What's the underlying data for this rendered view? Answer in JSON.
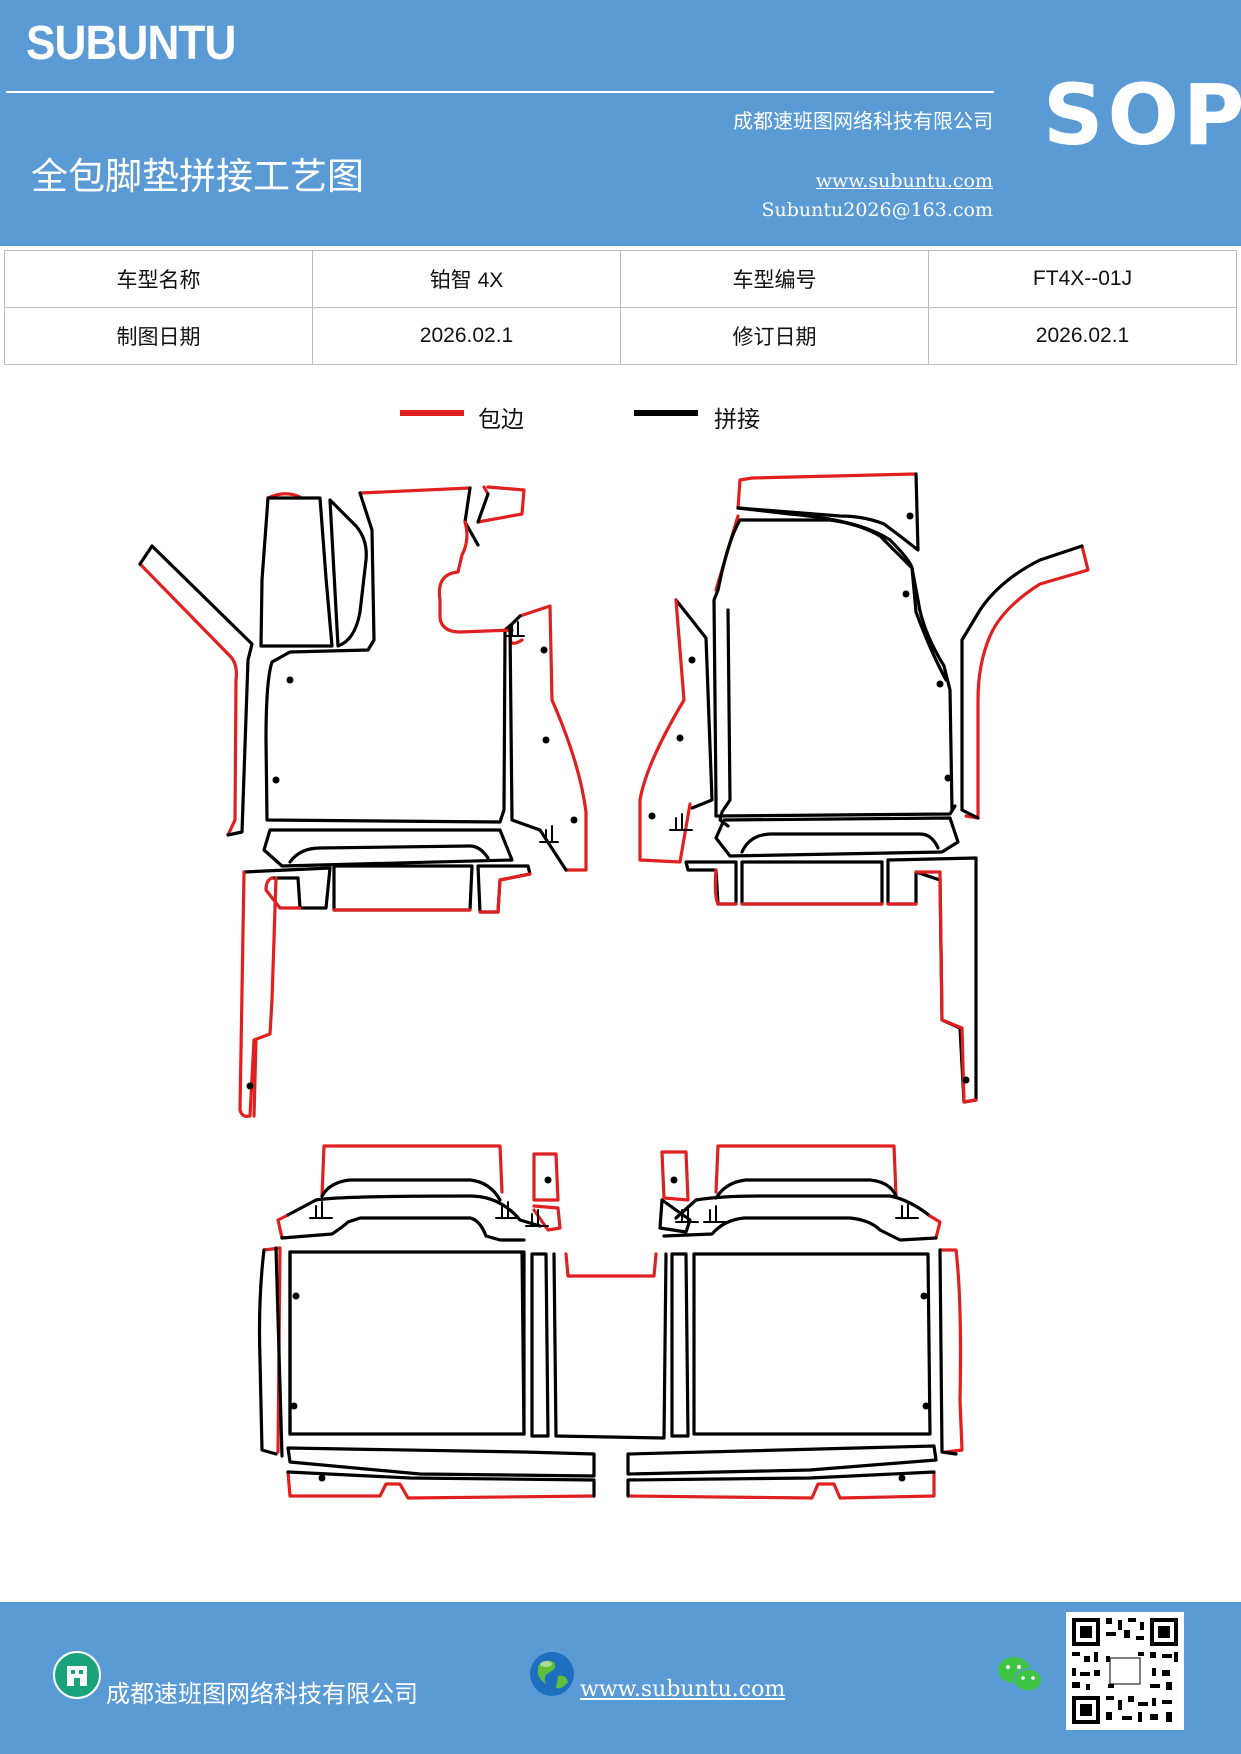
{
  "header": {
    "brand": "SUBUNTU",
    "company": "成都速班图网络科技有限公司",
    "title": "全包脚垫拼接工艺图",
    "website": "www.subuntu.com",
    "email": "Subuntu2026@163.com",
    "badge": "SOP"
  },
  "info_table": {
    "rows": [
      {
        "label1": "车型名称",
        "value1": "铂智 4X",
        "label2": "车型编号",
        "value2": "FT4X--01J"
      },
      {
        "label1": "制图日期",
        "value1": "2026.02.1",
        "label2": "修订日期",
        "value2": "2026.02.1"
      }
    ]
  },
  "legend": {
    "items": [
      {
        "label": "包边",
        "color": "#e02020"
      },
      {
        "label": "拼接",
        "color": "#000000"
      }
    ]
  },
  "footer": {
    "company": "成都速班图网络科技有限公司",
    "website": "www.subuntu.com",
    "icons": [
      "building-icon",
      "globe-icon",
      "wechat-icon",
      "qr-code"
    ]
  }
}
